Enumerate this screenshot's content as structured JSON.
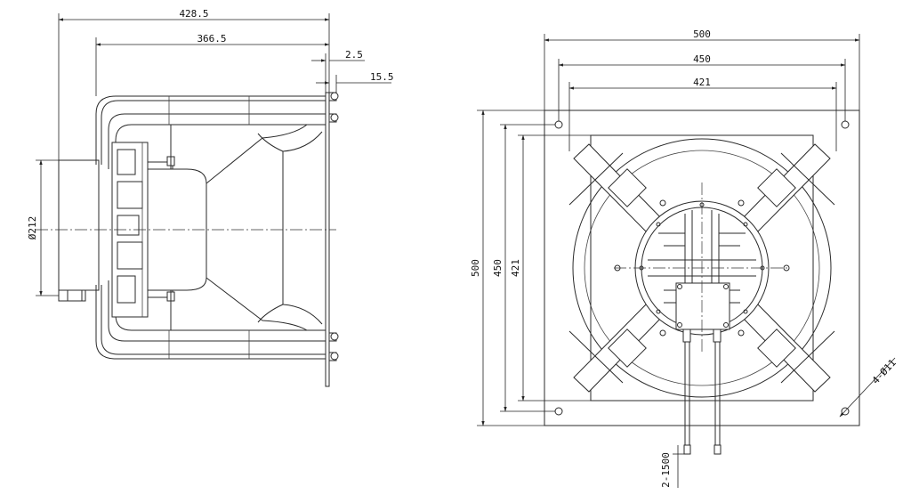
{
  "side_view": {
    "dims": {
      "overall_length": "428.5",
      "body_length": "366.5",
      "plate_thickness": "2.5",
      "flange_offset": "15.5",
      "motor_diameter": "Ø212"
    }
  },
  "front_view": {
    "dims": {
      "plate_width": "500",
      "hole_spacing_h": "450",
      "guard_width_h": "421",
      "plate_height": "500",
      "hole_spacing_v": "450",
      "guard_height_v": "421",
      "mounting_holes": "4-Ø11",
      "cable_length": "2-1500"
    }
  }
}
